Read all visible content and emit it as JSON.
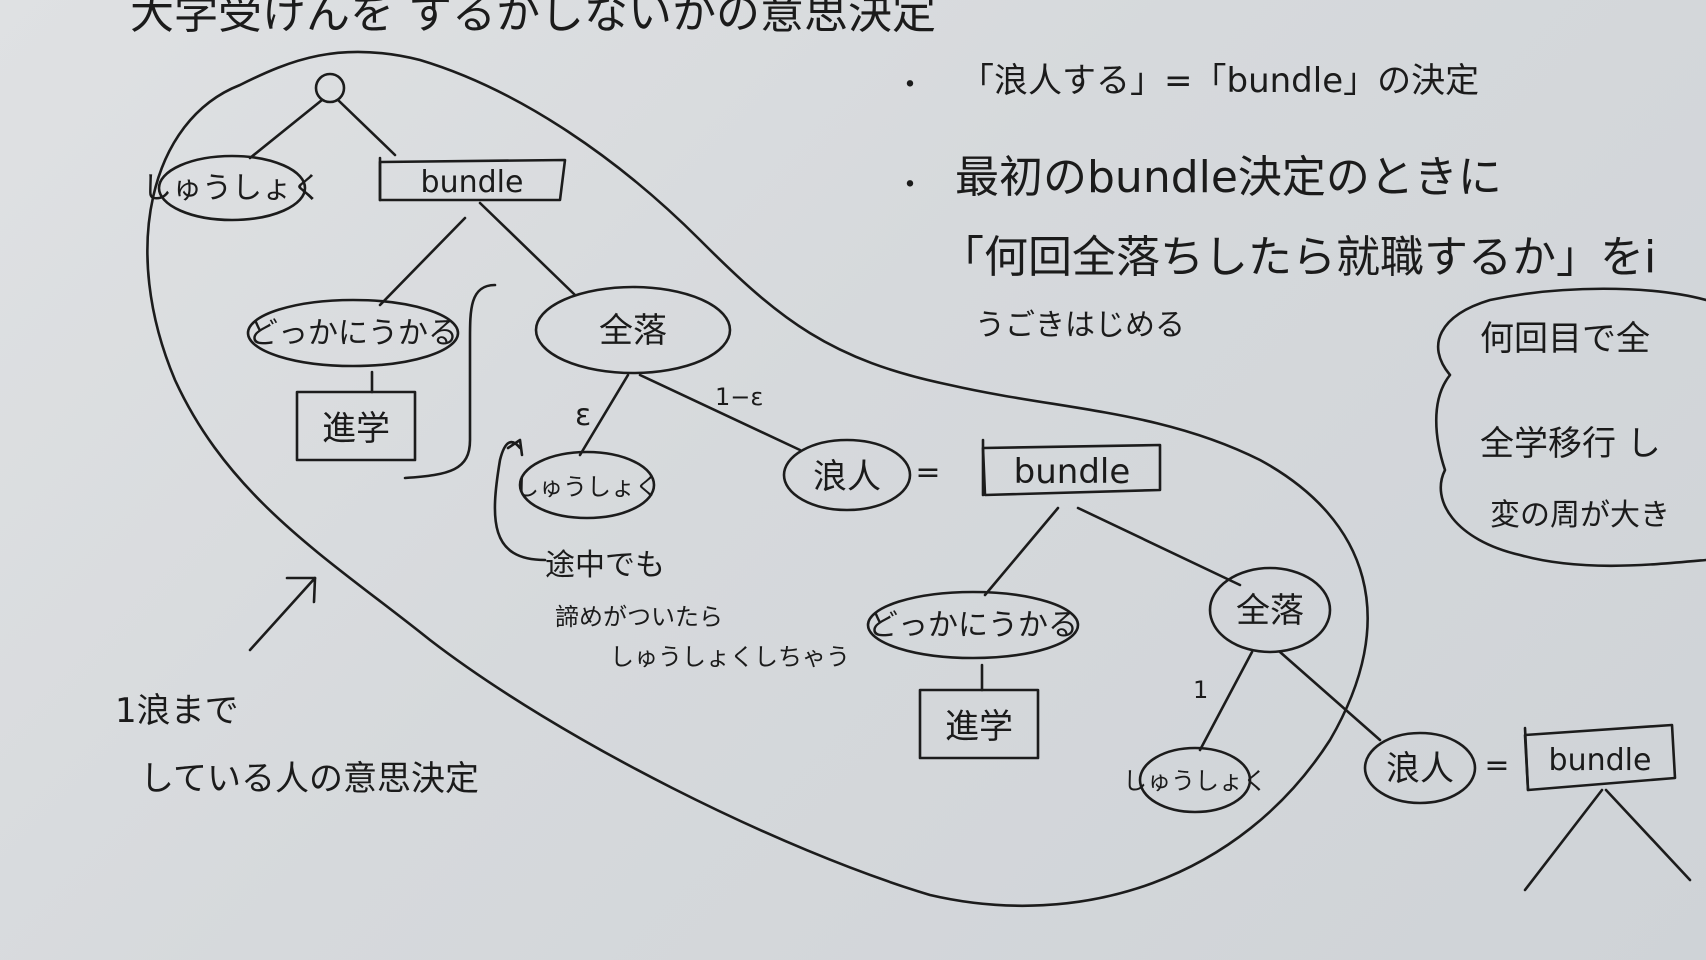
{
  "top_line": "大学受けんを するかしないかの意思決定",
  "tree1": {
    "root_marker": "○",
    "not_take": "しゅうしょく",
    "bundle": "bundle",
    "pass_any": "どっかにうかる",
    "enroll": "進学",
    "all_fail": "全落",
    "edge_eps": "ε",
    "edge_one_minus_eps": "1−ε",
    "job": "しゅうしょく",
    "ronin": "浪人",
    "equals": "=",
    "ronin_bundle": "bundle"
  },
  "tree2": {
    "pass_any": "どっかにうかる",
    "enroll": "進学",
    "all_fail": "全落",
    "edge_one": "1",
    "job": "しゅうしょく",
    "ronin": "浪人",
    "equals": "=",
    "bundle": "bundle"
  },
  "midway_note": [
    "途中でも",
    "諦めがついたら",
    "しゅうしょくしちゃう"
  ],
  "left_note": [
    "1浪まで",
    "している人の意思決定"
  ],
  "right_notes": {
    "bullet": "・",
    "note1": "「浪人する」=「bundle」の決定",
    "note2_line1": "最初のbundle決定のときに",
    "note2_line2": "「何回全落ちしたら就職するか」をi",
    "note2_line3": "うごきはじめる"
  },
  "cloud_note": [
    "何回目で全",
    "全学移行 し",
    "変の周が大き"
  ]
}
